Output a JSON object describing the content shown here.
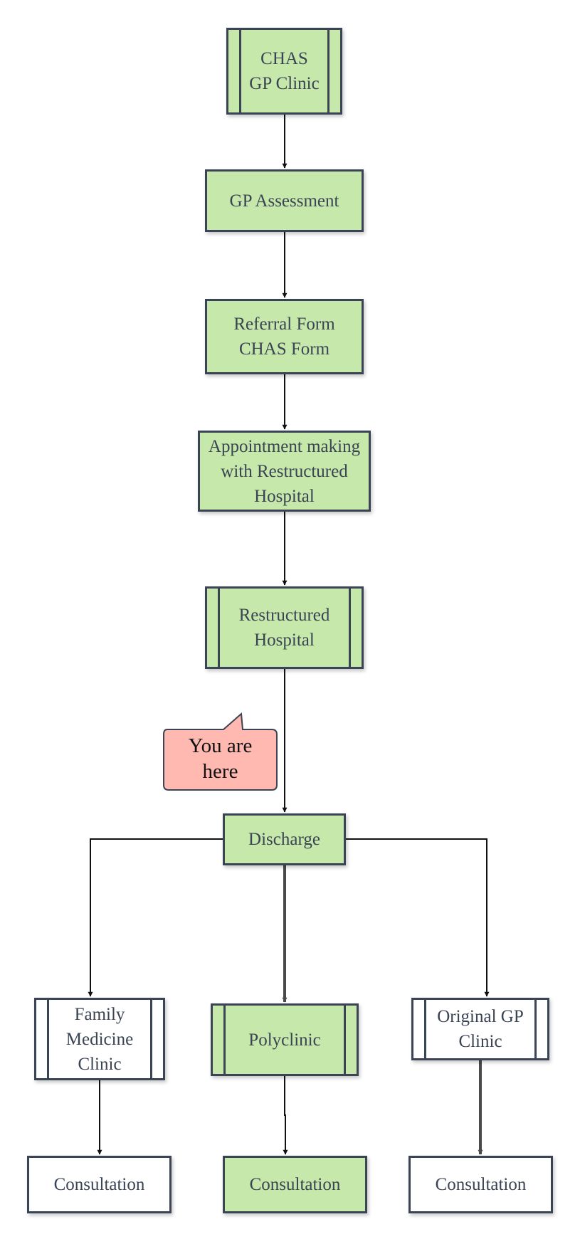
{
  "nodes": {
    "chas_gp_clinic": "CHAS\nGP Clinic",
    "gp_assessment": "GP Assessment",
    "referral_form": "Referral Form\nCHAS Form",
    "appointment": "Appointment making\nwith Restructured\nHospital",
    "restructured_hospital": "Restructured\nHospital",
    "discharge": "Discharge",
    "family_medicine": "Family\nMedicine\nClinic",
    "polyclinic": "Polyclinic",
    "original_gp": "Original GP\nClinic",
    "consult_left": "Consultation",
    "consult_middle": "Consultation",
    "consult_right": "Consultation"
  },
  "callout": {
    "text": "You are\nhere"
  },
  "colors": {
    "green_fill": "#c6e8aa",
    "border": "#3a4454",
    "callout_fill": "#ffb9b0",
    "callout_border": "#3a4454"
  }
}
